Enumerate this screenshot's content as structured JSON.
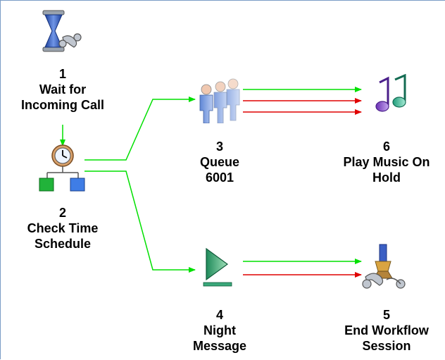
{
  "nodes": [
    {
      "id": 1,
      "number": "1",
      "lines": [
        "Wait for",
        "Incoming Call"
      ],
      "icon": "hourglass-phone-icon"
    },
    {
      "id": 2,
      "number": "2",
      "lines": [
        "Check Time",
        "Schedule"
      ],
      "icon": "clock-schedule-icon"
    },
    {
      "id": 3,
      "number": "3",
      "lines": [
        "Queue",
        "6001"
      ],
      "icon": "queue-people-icon"
    },
    {
      "id": 4,
      "number": "4",
      "lines": [
        "Night",
        "Message"
      ],
      "icon": "play-message-icon"
    },
    {
      "id": 5,
      "number": "5",
      "lines": [
        "End Workflow",
        "Session"
      ],
      "icon": "end-session-icon"
    },
    {
      "id": 6,
      "number": "6",
      "lines": [
        "Play Music On",
        "Hold"
      ],
      "icon": "music-notes-icon"
    }
  ],
  "colors": {
    "success_wire": "#00e000",
    "failure_wire": "#e00000",
    "border": "#7a9cc6"
  }
}
